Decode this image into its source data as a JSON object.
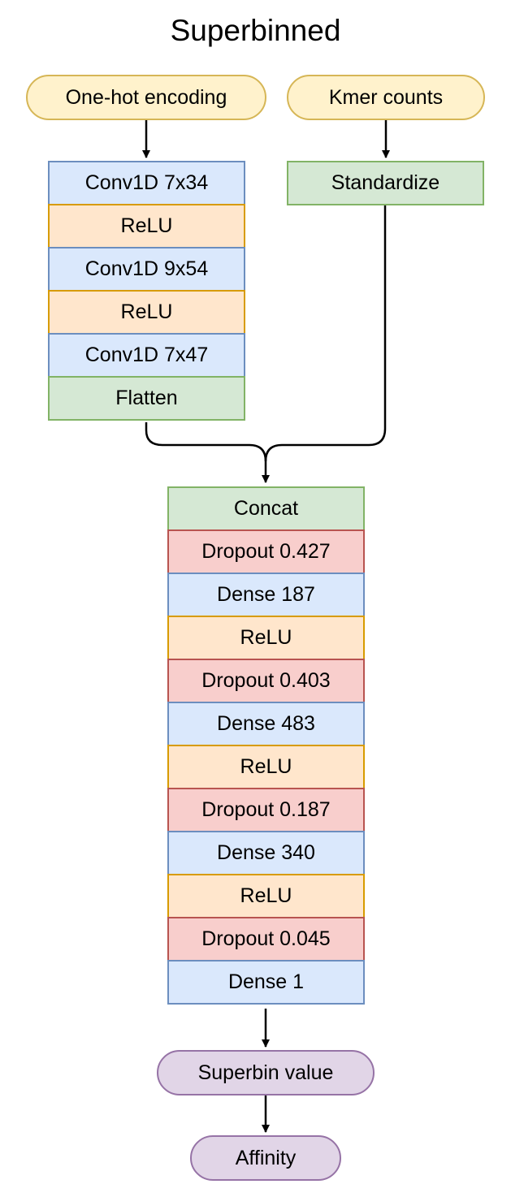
{
  "title": "Superbinned",
  "inputs": {
    "onehot": "One-hot encoding",
    "kmer": "Kmer counts"
  },
  "left_branch": [
    {
      "label": "Conv1D 7x34",
      "type": "blue"
    },
    {
      "label": "ReLU",
      "type": "orange"
    },
    {
      "label": "Conv1D 9x54",
      "type": "blue"
    },
    {
      "label": "ReLU",
      "type": "orange"
    },
    {
      "label": "Conv1D 7x47",
      "type": "blue"
    },
    {
      "label": "Flatten",
      "type": "green"
    }
  ],
  "right_branch": [
    {
      "label": "Standardize",
      "type": "green"
    }
  ],
  "main_stack": [
    {
      "label": "Concat",
      "type": "green"
    },
    {
      "label": "Dropout 0.427",
      "type": "red"
    },
    {
      "label": "Dense 187",
      "type": "blue"
    },
    {
      "label": "ReLU",
      "type": "orange"
    },
    {
      "label": "Dropout 0.403",
      "type": "red"
    },
    {
      "label": "Dense 483",
      "type": "blue"
    },
    {
      "label": "ReLU",
      "type": "orange"
    },
    {
      "label": "Dropout 0.187",
      "type": "red"
    },
    {
      "label": "Dense 340",
      "type": "blue"
    },
    {
      "label": "ReLU",
      "type": "orange"
    },
    {
      "label": "Dropout 0.045",
      "type": "red"
    },
    {
      "label": "Dense 1",
      "type": "blue"
    }
  ],
  "outputs": {
    "superbin": "Superbin value",
    "affinity": "Affinity"
  },
  "colors": {
    "blue_fill": "#dae8fc",
    "blue_stroke": "#6c8ebf",
    "orange_fill": "#ffe6cc",
    "orange_stroke": "#d79b00",
    "red_fill": "#f8cecc",
    "red_stroke": "#b85450",
    "green_fill": "#d5e8d4",
    "green_stroke": "#82b366",
    "input_fill": "#fff2cc",
    "input_stroke": "#d6b656",
    "output_fill": "#e1d5e7",
    "output_stroke": "#9673a6"
  }
}
